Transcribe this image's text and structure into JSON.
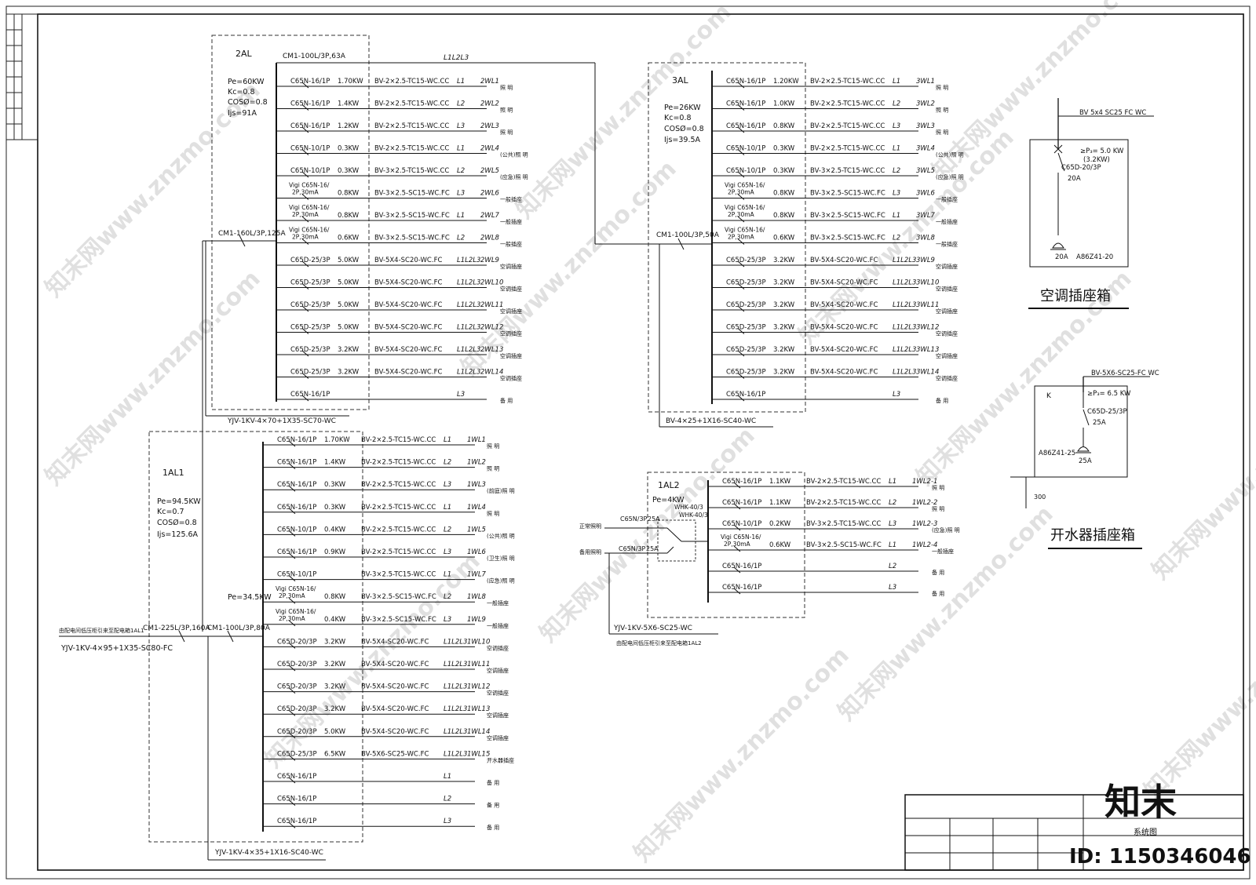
{
  "panel_2al": {
    "name": "2AL",
    "params": [
      "Pe=60KW",
      "Kc=0.8",
      "COSØ=0.8",
      "Ijs=91A"
    ],
    "main_breaker": "CM1-100L/3P,63A",
    "bus_label": "L1L2L3",
    "feed_breaker": "CM1-160L/3P,125A",
    "feed_cable": "YJV-1KV-4×70+1X35-SC70-WC",
    "circuits": [
      {
        "breaker": "C65N-16/1P",
        "power": "1.70KW",
        "cable": "BV-2×2.5-TC15-WC.CC",
        "phase": "L1",
        "code": "2WL1",
        "use": "照 明"
      },
      {
        "breaker": "C65N-16/1P",
        "power": "1.4KW",
        "cable": "BV-2×2.5-TC15-WC.CC",
        "phase": "L2",
        "code": "2WL2",
        "use": "照 明"
      },
      {
        "breaker": "C65N-16/1P",
        "power": "1.2KW",
        "cable": "BV-2×2.5-TC15-WC.CC",
        "phase": "L3",
        "code": "2WL3",
        "use": "照 明"
      },
      {
        "breaker": "C65N-10/1P",
        "power": "0.3KW",
        "cable": "BV-2×2.5-TC15-WC.CC",
        "phase": "L1",
        "code": "2WL4",
        "use": "(公共)照 明"
      },
      {
        "breaker": "C65N-10/1P",
        "power": "0.3KW",
        "cable": "BV-3×2.5-TC15-WC.CC",
        "phase": "L2",
        "code": "2WL5",
        "use": "(应急)照 明"
      },
      {
        "breaker": "Vigi C65N-16/2P,30mA",
        "power": "0.8KW",
        "cable": "BV-3×2.5-SC15-WC.FC",
        "phase": "L3",
        "code": "2WL6",
        "use": "一般插座"
      },
      {
        "breaker": "Vigi C65N-16/2P,30mA",
        "power": "0.8KW",
        "cable": "BV-3×2.5-SC15-WC.FC",
        "phase": "L1",
        "code": "2WL7",
        "use": "一般插座"
      },
      {
        "breaker": "Vigi C65N-16/2P,30mA",
        "power": "0.6KW",
        "cable": "BV-3×2.5-SC15-WC.FC",
        "phase": "L2",
        "code": "2WL8",
        "use": "一般插座"
      },
      {
        "breaker": "C65D-25/3P",
        "power": "5.0KW",
        "cable": "BV-5X4-SC20-WC.FC",
        "phase": "L1L2L3",
        "code": "2WL9",
        "use": "空调插座"
      },
      {
        "breaker": "C65D-25/3P",
        "power": "5.0KW",
        "cable": "BV-5X4-SC20-WC.FC",
        "phase": "L1L2L3",
        "code": "2WL10",
        "use": "空调插座"
      },
      {
        "breaker": "C65D-25/3P",
        "power": "5.0KW",
        "cable": "BV-5X4-SC20-WC.FC",
        "phase": "L1L2L3",
        "code": "2WL11",
        "use": "空调插座"
      },
      {
        "breaker": "C65D-25/3P",
        "power": "5.0KW",
        "cable": "BV-5X4-SC20-WC.FC",
        "phase": "L1L2L3",
        "code": "2WL12",
        "use": "空调插座"
      },
      {
        "breaker": "C65D-25/3P",
        "power": "3.2KW",
        "cable": "BV-5X4-SC20-WC.FC",
        "phase": "L1L2L3",
        "code": "2WL13",
        "use": "空调插座"
      },
      {
        "breaker": "C65D-25/3P",
        "power": "3.2KW",
        "cable": "BV-5X4-SC20-WC.FC",
        "phase": "L1L2L3",
        "code": "2WL14",
        "use": "空调插座"
      },
      {
        "breaker": "C65N-16/1P",
        "power": "",
        "cable": "",
        "phase": "L3",
        "code": "",
        "use": "备 用"
      }
    ]
  },
  "panel_3al": {
    "name": "3AL",
    "params": [
      "Pe=26KW",
      "Kc=0.8",
      "COSØ=0.8",
      "Ijs=39.5A"
    ],
    "main_breaker": "CM1-100L/3P,50A",
    "feed_cable": "BV-4×25+1X16-SC40-WC",
    "circuits": [
      {
        "breaker": "C65N-16/1P",
        "power": "1.20KW",
        "cable": "BV-2×2.5-TC15-WC.CC",
        "phase": "L1",
        "code": "3WL1",
        "use": "照 明"
      },
      {
        "breaker": "C65N-16/1P",
        "power": "1.0KW",
        "cable": "BV-2×2.5-TC15-WC.CC",
        "phase": "L2",
        "code": "3WL2",
        "use": "照 明"
      },
      {
        "breaker": "C65N-16/1P",
        "power": "0.8KW",
        "cable": "BV-2×2.5-TC15-WC.CC",
        "phase": "L3",
        "code": "3WL3",
        "use": "照 明"
      },
      {
        "breaker": "C65N-10/1P",
        "power": "0.3KW",
        "cable": "BV-2×2.5-TC15-WC.CC",
        "phase": "L1",
        "code": "3WL4",
        "use": "(公共)照 明"
      },
      {
        "breaker": "C65N-10/1P",
        "power": "0.3KW",
        "cable": "BV-3×2.5-TC15-WC.CC",
        "phase": "L2",
        "code": "3WL5",
        "use": "(应急)照 明"
      },
      {
        "breaker": "Vigi C65N-16/2P,30mA",
        "power": "0.8KW",
        "cable": "BV-3×2.5-SC15-WC.FC",
        "phase": "L3",
        "code": "3WL6",
        "use": "一般插座"
      },
      {
        "breaker": "Vigi C65N-16/2P,30mA",
        "power": "0.8KW",
        "cable": "BV-3×2.5-SC15-WC.FC",
        "phase": "L1",
        "code": "3WL7",
        "use": "一般插座"
      },
      {
        "breaker": "Vigi C65N-16/2P,30mA",
        "power": "0.6KW",
        "cable": "BV-3×2.5-SC15-WC.FC",
        "phase": "L2",
        "code": "3WL8",
        "use": "一般插座"
      },
      {
        "breaker": "C65D-25/3P",
        "power": "3.2KW",
        "cable": "BV-5X4-SC20-WC.FC",
        "phase": "L1L2L3",
        "code": "3WL9",
        "use": "空调插座"
      },
      {
        "breaker": "C65D-25/3P",
        "power": "3.2KW",
        "cable": "BV-5X4-SC20-WC.FC",
        "phase": "L1L2L3",
        "code": "3WL10",
        "use": "空调插座"
      },
      {
        "breaker": "C65D-25/3P",
        "power": "3.2KW",
        "cable": "BV-5X4-SC20-WC.FC",
        "phase": "L1L2L3",
        "code": "3WL11",
        "use": "空调插座"
      },
      {
        "breaker": "C65D-25/3P",
        "power": "3.2KW",
        "cable": "BV-5X4-SC20-WC.FC",
        "phase": "L1L2L3",
        "code": "3WL12",
        "use": "空调插座"
      },
      {
        "breaker": "C65D-25/3P",
        "power": "3.2KW",
        "cable": "BV-5X4-SC20-WC.FC",
        "phase": "L1L2L3",
        "code": "3WL13",
        "use": "空调插座"
      },
      {
        "breaker": "C65D-25/3P",
        "power": "3.2KW",
        "cable": "BV-5X4-SC20-WC.FC",
        "phase": "L1L2L3",
        "code": "3WL14",
        "use": "空调插座"
      },
      {
        "breaker": "C65N-16/1P",
        "power": "",
        "cable": "",
        "phase": "L3",
        "code": "",
        "use": "备 用"
      }
    ]
  },
  "panel_1al1": {
    "name": "1AL1",
    "params": [
      "Pe=94.5KW",
      "Kc=0.7",
      "COSØ=0.8",
      "Ijs=125.6A"
    ],
    "sub_pe": "Pe=34.5KW",
    "main_breaker": "CM1-225L/3P,160A",
    "sub_breaker": "CM1-100L/3P,80A",
    "source_note": "由配电间低压柜引来至配电箱1AL1",
    "source_cable": "YJV-1KV-4×95+1X35-SC80-FC",
    "feed_cable": "YJV-1KV-4×35+1X16-SC40-WC",
    "circuits": [
      {
        "breaker": "C65N-16/1P",
        "power": "1.70KW",
        "cable": "BV-2×2.5-TC15-WC.CC",
        "phase": "L1",
        "code": "1WL1",
        "use": "照 明"
      },
      {
        "breaker": "C65N-16/1P",
        "power": "1.4KW",
        "cable": "BV-2×2.5-TC15-WC.CC",
        "phase": "L2",
        "code": "1WL2",
        "use": "照 明"
      },
      {
        "breaker": "C65N-16/1P",
        "power": "0.3KW",
        "cable": "BV-2×2.5-TC15-WC.CC",
        "phase": "L3",
        "code": "1WL3",
        "use": "(前庭)照 明"
      },
      {
        "breaker": "C65N-16/1P",
        "power": "0.3KW",
        "cable": "BV-2×2.5-TC15-WC.CC",
        "phase": "L1",
        "code": "1WL4",
        "use": "照 明"
      },
      {
        "breaker": "C65N-10/1P",
        "power": "0.4KW",
        "cable": "BV-2×2.5-TC15-WC.CC",
        "phase": "L2",
        "code": "1WL5",
        "use": "(公共)照 明"
      },
      {
        "breaker": "C65N-16/1P",
        "power": "0.9KW",
        "cable": "BV-2×2.5-TC15-WC.CC",
        "phase": "L3",
        "code": "1WL6",
        "use": "(卫生)照 明"
      },
      {
        "breaker": "C65N-10/1P",
        "power": "",
        "cable": "BV-3×2.5-TC15-WC.CC",
        "phase": "L1",
        "code": "1WL7",
        "use": "(应急)照 明"
      },
      {
        "breaker": "Vigi C65N-16/2P,30mA",
        "power": "0.8KW",
        "cable": "BV-3×2.5-SC15-WC.FC",
        "phase": "L2",
        "code": "1WL8",
        "use": "一般插座"
      },
      {
        "breaker": "Vigi C65N-16/2P,30mA",
        "power": "0.4KW",
        "cable": "BV-3×2.5-SC15-WC.FC",
        "phase": "L3",
        "code": "1WL9",
        "use": "一般插座"
      },
      {
        "breaker": "C65D-20/3P",
        "power": "3.2KW",
        "cable": "BV-5X4-SC20-WC.FC",
        "phase": "L1L2L3",
        "code": "1WL10",
        "use": "空调插座"
      },
      {
        "breaker": "C65D-20/3P",
        "power": "3.2KW",
        "cable": "BV-5X4-SC20-WC.FC",
        "phase": "L1L2L3",
        "code": "1WL11",
        "use": "空调插座"
      },
      {
        "breaker": "C65D-20/3P",
        "power": "3.2KW",
        "cable": "BV-5X4-SC20-WC.FC",
        "phase": "L1L2L3",
        "code": "1WL12",
        "use": "空调插座"
      },
      {
        "breaker": "C65D-20/3P",
        "power": "3.2KW",
        "cable": "BV-5X4-SC20-WC.FC",
        "phase": "L1L2L3",
        "code": "1WL13",
        "use": "空调插座"
      },
      {
        "breaker": "C65D-20/3P",
        "power": "5.0KW",
        "cable": "BV-5X4-SC20-WC.FC",
        "phase": "L1L2L3",
        "code": "1WL14",
        "use": "空调插座"
      },
      {
        "breaker": "C65D-25/3P",
        "power": "6.5KW",
        "cable": "BV-5X6-SC25-WC.FC",
        "phase": "L1L2L3",
        "code": "1WL15",
        "use": "开水器插座"
      },
      {
        "breaker": "C65N-16/1P",
        "power": "",
        "cable": "",
        "phase": "L1",
        "code": "",
        "use": "备 用"
      },
      {
        "breaker": "C65N-16/1P",
        "power": "",
        "cable": "",
        "phase": "L2",
        "code": "",
        "use": "备 用"
      },
      {
        "breaker": "C65N-16/1P",
        "power": "",
        "cable": "",
        "phase": "L3",
        "code": "",
        "use": "备 用"
      }
    ]
  },
  "panel_1al2": {
    "name": "1AL2",
    "params": [
      "Pe=4KW"
    ],
    "switch1": "WHK-40/3",
    "switch2": "WHK-40/3",
    "in1_label": "正常照明",
    "in2_label": "备用照明",
    "in1_breaker": "C65N/3P",
    "in1_rating": "25A",
    "in2_breaker": "C65N/3P",
    "in2_rating": "25A",
    "feed_cable": "YJV-1KV-5X6-SC25-WC",
    "source_note": "由配电间低压柜引来至配电箱1AL2",
    "circuits": [
      {
        "breaker": "C65N-16/1P",
        "power": "1.1KW",
        "cable": "BV-2×2.5-TC15-WC.CC",
        "phase": "L1",
        "code": "1WL2-1",
        "use": "照 明"
      },
      {
        "breaker": "C65N-16/1P",
        "power": "1.1KW",
        "cable": "BV-2×2.5-TC15-WC.CC",
        "phase": "L2",
        "code": "1WL2-2",
        "use": "照 明"
      },
      {
        "breaker": "C65N-10/1P",
        "power": "0.2KW",
        "cable": "BV-3×2.5-TC15-WC.CC",
        "phase": "L3",
        "code": "1WL2-3",
        "use": "(应急)照 明"
      },
      {
        "breaker": "Vigi C65N-16/2P,30mA",
        "power": "0.6KW",
        "cable": "BV-3×2.5-SC15-WC.FC",
        "phase": "L1",
        "code": "1WL2-4",
        "use": "一般插座"
      },
      {
        "breaker": "C65N-16/1P",
        "power": "",
        "cable": "",
        "phase": "L2",
        "code": "",
        "use": "备 用"
      },
      {
        "breaker": "C65N-16/1P",
        "power": "",
        "cable": "",
        "phase": "L3",
        "code": "",
        "use": "备 用"
      }
    ]
  },
  "ac_box": {
    "title": "空调插座箱",
    "cable": "BV 5x4 SC25 FC WC",
    "power": "≥P₃= 5.0 KW",
    "power_alt": "(3.2KW)",
    "breaker": "C65D-20/3P",
    "rating": "20A",
    "socket_rating": "20A",
    "socket_model": "A86Z41-20"
  },
  "heater_box": {
    "title": "开水器插座箱",
    "cable": "BV-5X6-SC25-FC WC",
    "k_label": "K",
    "power": "≥P₃= 6.5 KW",
    "breaker": "C65D-25/3P",
    "rating": "25A",
    "socket_model": "A86Z41-25",
    "socket_rating": "25A",
    "height": "300"
  },
  "title_block": {
    "drawing_name": "系统图"
  },
  "watermark": {
    "site": "知末网www.znzmo.com",
    "logo": "知末",
    "id_text": "ID: 1150346046"
  }
}
